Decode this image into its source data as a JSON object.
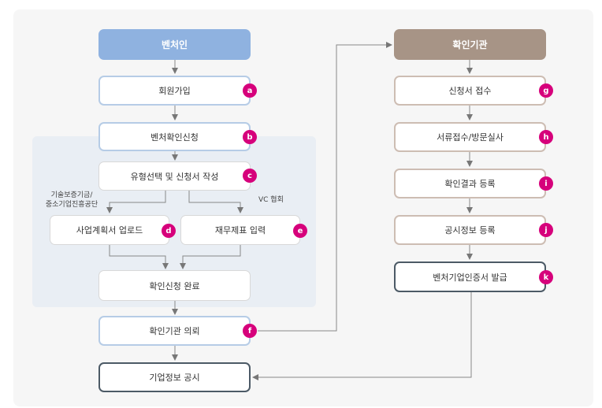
{
  "venture": {
    "header": "벤처인",
    "steps": {
      "signup": "회원가입",
      "apply": "벤처확인신청",
      "select": "유형선택 및 신청서 작성",
      "upload": "사업계획서 업로드",
      "finance": "재무제표 입력",
      "complete": "확인신청 완료",
      "request": "확인기관 의뢰",
      "publish": "기업정보 공시"
    }
  },
  "agency": {
    "header": "확인기관",
    "steps": {
      "receive": "신청서 접수",
      "inspect": "서류접수/방문실사",
      "register_result": "확인결과 등록",
      "register_info": "공시정보 등록",
      "issue": "벤처기업인증서 발급"
    }
  },
  "notes": {
    "left_line1": "기술보증기금/",
    "left_line2": "중소기업진흥공단",
    "right": "VC 협회"
  },
  "badges": {
    "a": "a",
    "b": "b",
    "c": "c",
    "d": "d",
    "e": "e",
    "f": "f",
    "g": "g",
    "h": "h",
    "i": "i",
    "j": "j",
    "k": "k"
  },
  "colors": {
    "venture_header": "#8fb2e0",
    "agency_header": "#a79486",
    "badge": "#d6007b",
    "group_bg": "#e9eef4"
  }
}
